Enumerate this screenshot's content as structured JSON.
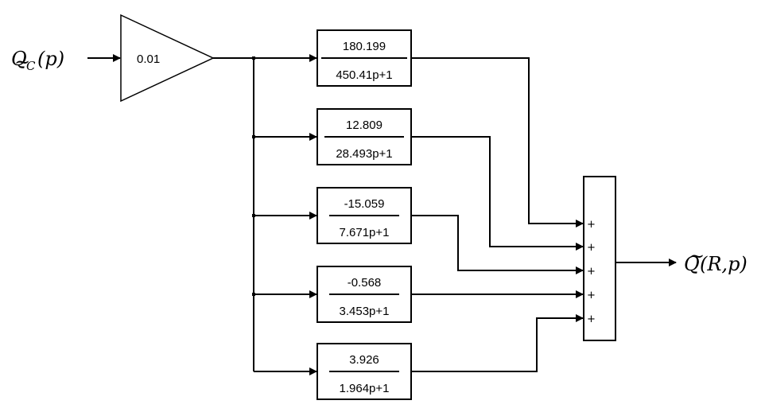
{
  "diagram": {
    "type": "block-diagram",
    "input_signal": {
      "label": "Q",
      "subscript": "C",
      "argument": "(p)",
      "tilde": "~"
    },
    "gain": {
      "value": "0.01"
    },
    "transfer_functions": [
      {
        "numerator": "180.199",
        "denominator": "450.41p+1"
      },
      {
        "numerator": "12.809",
        "denominator": "28.493p+1"
      },
      {
        "numerator": "-15.059",
        "denominator": "7.671p+1"
      },
      {
        "numerator": "-0.568",
        "denominator": "3.453p+1"
      },
      {
        "numerator": "3.926",
        "denominator": "1.964p+1"
      }
    ],
    "sum": {
      "signs": [
        "+",
        "+",
        "+",
        "+",
        "+"
      ]
    },
    "output_signal": {
      "label": "Q",
      "argument": "(R,p)",
      "tilde": "~"
    },
    "colors": {
      "line": "#000000",
      "background": "#ffffff"
    }
  }
}
